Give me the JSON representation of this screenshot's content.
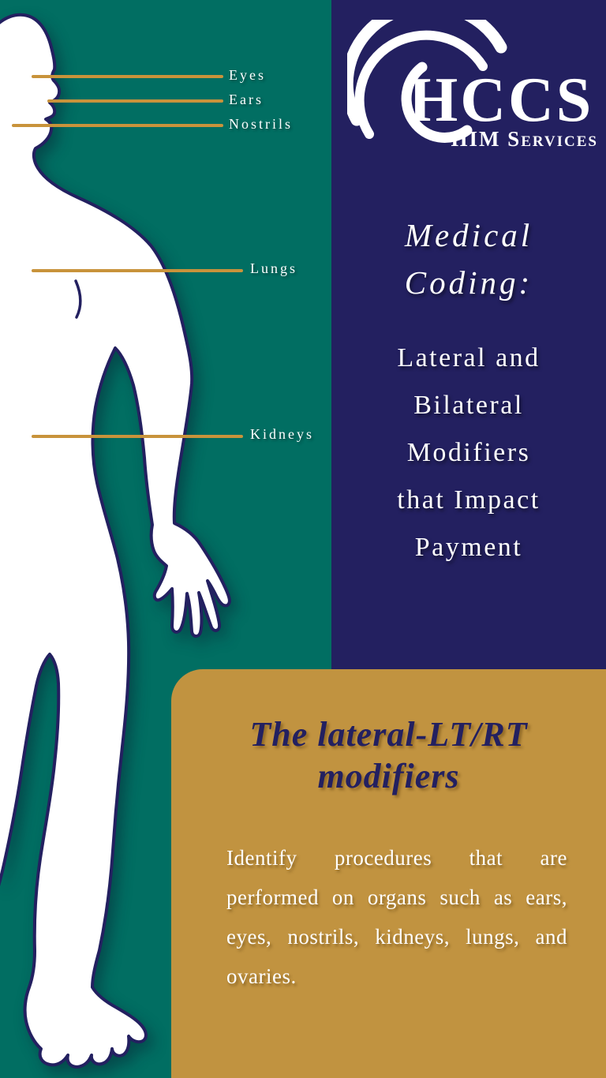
{
  "palette": {
    "teal_background": "#016E62",
    "navy_panel": "#232060",
    "gold_panel": "#C19340",
    "pointer_line_gold": "#C8933B",
    "text_white": "#FFFFFF"
  },
  "logo": {
    "name": "HCCS",
    "subtitle": "HIM Services"
  },
  "anatomy": {
    "labels": [
      {
        "label": "Eyes"
      },
      {
        "label": "Ears"
      },
      {
        "label": "Nostrils"
      },
      {
        "label": "Lungs"
      },
      {
        "label": "Kidneys"
      }
    ]
  },
  "header": {
    "title": "Medical Coding:",
    "subtitle_lines": [
      "Lateral and",
      "Bilateral",
      "Modifiers",
      "that Impact",
      "Payment"
    ]
  },
  "section": {
    "heading": "The lateral-LT/RT modifiers",
    "body": "Identify procedures that are performed on organs such as ears, eyes, nostrils, kidneys, lungs, and ovaries."
  }
}
